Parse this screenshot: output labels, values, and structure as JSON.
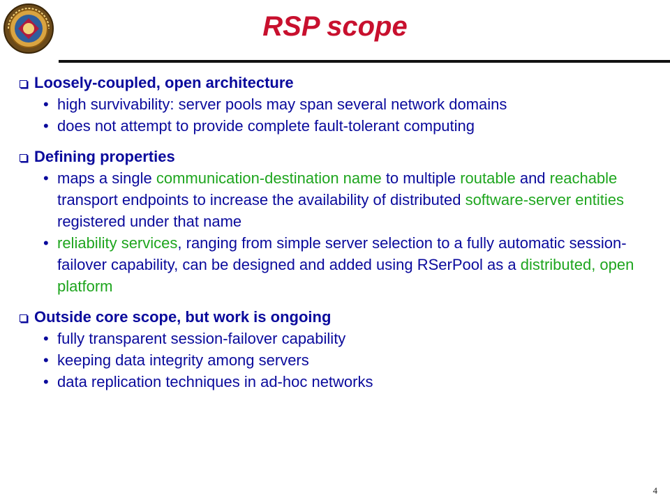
{
  "slide": {
    "title": "RSP scope",
    "page_number": "4"
  },
  "sections": [
    {
      "heading": "Loosely-coupled, open architecture",
      "bullets": [
        [
          {
            "t": "high survivability: server pools may span several network domains",
            "g": false
          }
        ],
        [
          {
            "t": "does not attempt to provide complete fault-tolerant computing",
            "g": false
          }
        ]
      ]
    },
    {
      "heading": "Defining properties",
      "bullets": [
        [
          {
            "t": "maps a single ",
            "g": false
          },
          {
            "t": "communication-destination name",
            "g": true
          },
          {
            "t": " to multiple ",
            "g": false
          },
          {
            "t": "routable",
            "g": true
          },
          {
            "t": " and ",
            "g": false
          },
          {
            "t": "reachable",
            "g": true
          },
          {
            "t": " transport endpoints to increase the availability of distributed ",
            "g": false
          },
          {
            "t": "software-server entities",
            "g": true
          },
          {
            "t": " registered under that name",
            "g": false
          }
        ],
        [
          {
            "t": "reliability services",
            "g": true
          },
          {
            "t": ", ranging from simple server selection to a fully automatic session-failover capability, can be designed and added using RSerPool as a ",
            "g": false
          },
          {
            "t": "distributed, open platform",
            "g": true
          }
        ]
      ]
    },
    {
      "heading": "Outside core scope, but work is ongoing",
      "bullets": [
        [
          {
            "t": "fully transparent session-failover capability",
            "g": false
          }
        ],
        [
          {
            "t": "keeping data integrity among servers",
            "g": false
          }
        ],
        [
          {
            "t": "data replication techniques in ad-hoc networks",
            "g": false
          }
        ]
      ]
    }
  ],
  "colors": {
    "title": "#c8102e",
    "text": "#0a0a9c",
    "highlight": "#1ea51e"
  },
  "logo": {
    "icon": "seal-logo-icon"
  }
}
